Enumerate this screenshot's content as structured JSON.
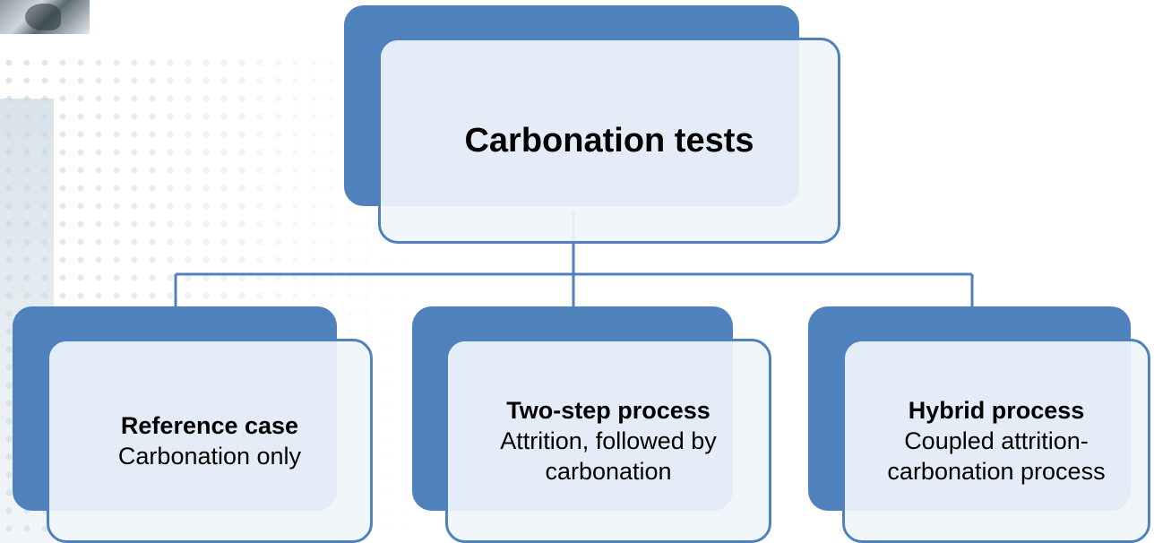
{
  "root": {
    "title": "Carbonation tests"
  },
  "children": [
    {
      "heading": "Reference case",
      "body": "Carbonation only"
    },
    {
      "heading": "Two-step process",
      "body": "Attrition, followed by\ncarbonation"
    },
    {
      "heading": "Hybrid process",
      "body": "Coupled attrition-\ncarbonation process"
    }
  ],
  "colors": {
    "accent": "#4f81bd",
    "box_fill": "#f0f5fb"
  }
}
